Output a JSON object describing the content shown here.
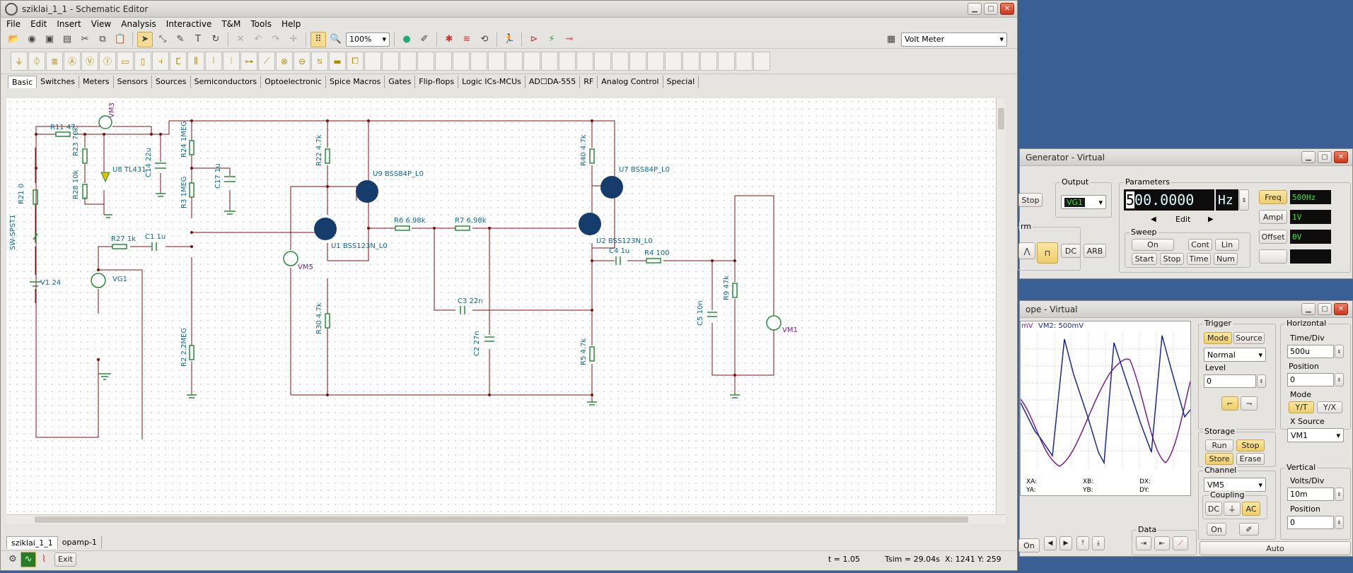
{
  "main": {
    "title": "sziklai_1_1 - Schematic Editor",
    "menu": [
      "File",
      "Edit",
      "Insert",
      "View",
      "Analysis",
      "Interactive",
      "T&M",
      "Tools",
      "Help"
    ],
    "zoom": "100%",
    "instrument_select": "Volt Meter",
    "part_tabs": [
      "Basic",
      "Switches",
      "Meters",
      "Sensors",
      "Sources",
      "Semiconductors",
      "Optoelectronic",
      "Spice Macros",
      "Gates",
      "Flip-flops",
      "Logic ICs-MCUs",
      "AD☐DA-555",
      "RF",
      "Analog Control",
      "Special"
    ],
    "sheet_tabs": [
      "sziklai_1_1",
      "opamp-1"
    ],
    "status": {
      "exit": "Exit",
      "t": "t = 1.05",
      "tsim": "Tsim = 29.04s",
      "xy": "X: 1241  Y: 259"
    }
  },
  "schematic": {
    "labels": [
      "R11 47",
      "R23 70k",
      "U8 TL431",
      "R28 10k",
      "R21 0",
      "SW-SPST1",
      "V1 24",
      "R24 1MEG",
      "C14 22u",
      "C17 1u",
      "R3 1MEG",
      "R22 4.7k",
      "U9 BSS84P_L0",
      "U1 BSS123N_L0",
      "R27 1k",
      "C1 1u",
      "VG1",
      "VM5",
      "R30 4.7k",
      "R2 2.2MEG",
      "R6 6.98k",
      "R7 6.98k",
      "C3 22n",
      "C2 27n",
      "R40 4.7k",
      "U7 BSS84P_L0",
      "U2 BSS123N_L0",
      "C4 1u",
      "R4 100",
      "R5 4.7k",
      "C5 10n",
      "R9 47k",
      "VM1",
      "VM3"
    ]
  },
  "generator": {
    "title": "Generator - Virtual",
    "stop": "Stop",
    "output_label": "Output",
    "output_value": "VG1",
    "params_label": "Parameters",
    "freq_first": "5",
    "freq_rest": "00.0000",
    "unit": "Hz",
    "edit": "Edit",
    "waveform_label": "rm",
    "wave_dc": "DC",
    "wave_arb": "ARB",
    "sweep_label": "Sweep",
    "sweep_buttons": [
      "On",
      "Cont",
      "Lin",
      "Start",
      "Stop",
      "Time",
      "Num"
    ],
    "freq_btn": "Freq",
    "freq_val": "500Hz",
    "ampl_btn": "Ampl",
    "ampl_val": "1V",
    "offset_btn": "Offset",
    "offset_val": "0V"
  },
  "scope": {
    "title": "ope - Virtual",
    "ch_labels": [
      "mV",
      "VM2: 500mV"
    ],
    "trigger": {
      "label": "Trigger",
      "mode": "Mode",
      "source": "Source",
      "select": "Normal",
      "level_label": "Level",
      "level": "0"
    },
    "horizontal": {
      "label": "Horizontal",
      "tdiv_label": "Time/Div",
      "tdiv": "500u",
      "pos_label": "Position",
      "pos": "0",
      "mode_label": "Mode",
      "yt": "Y/T",
      "yx": "Y/X",
      "xsrc_label": "X Source",
      "xsrc": "VM1"
    },
    "storage": {
      "label": "Storage",
      "run": "Run",
      "stop": "Stop",
      "store": "Store",
      "erase": "Erase"
    },
    "channel": {
      "label": "Channel",
      "value": "VM5",
      "coupling": "Coupling",
      "dc": "DC",
      "ac": "AC",
      "on": "On"
    },
    "vertical": {
      "label": "Vertical",
      "vdiv_label": "Volts/Div",
      "vdiv": "10m",
      "pos_label": "Position",
      "pos": "0"
    },
    "readout": [
      "XA:",
      "XB:",
      "DX:",
      "YA:",
      "YB:",
      "DY:"
    ],
    "data_label": "Data",
    "on": "On",
    "auto": "Auto"
  }
}
